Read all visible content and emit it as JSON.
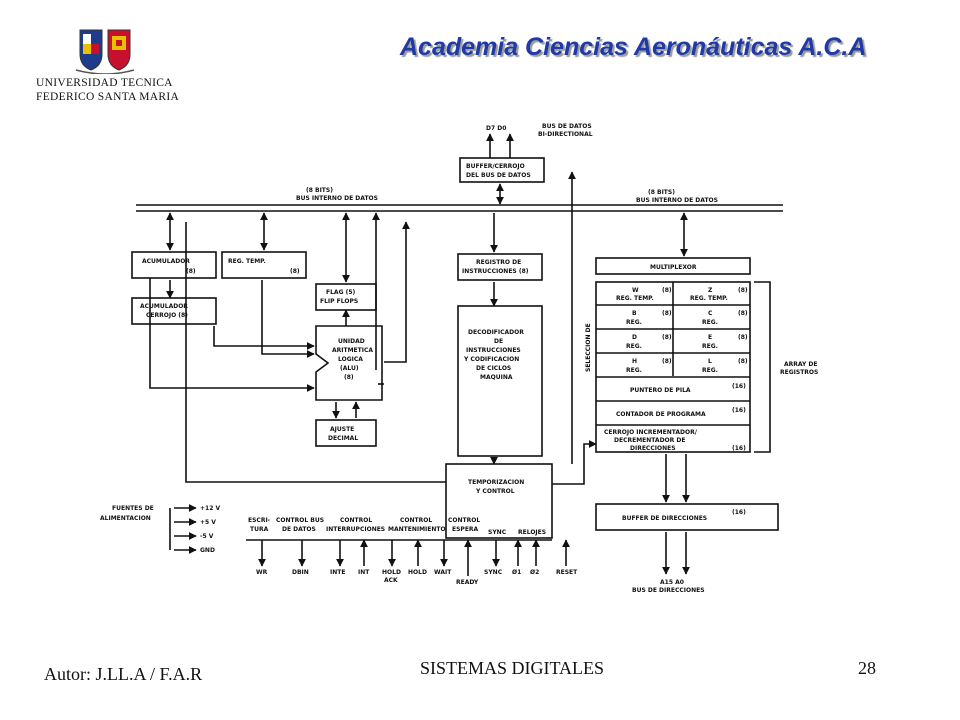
{
  "header": {
    "title": "Academia  Ciencias Aeronáuticas A.C.A",
    "institution_line1": "UNIVERSIDAD TECNICA",
    "institution_line2": "FEDERICO SANTA MARIA"
  },
  "footer": {
    "author": "Autor: J.LL.A / F.A.R",
    "course": "SISTEMAS DIGITALES",
    "page_number": "28"
  },
  "diagram": {
    "top_pins": "D7   D0",
    "data_bus_label": "BUS DE DATOS",
    "data_bus_label2": "BI-DIRECTIONAL",
    "buffer_l1": "BUFFER/CERROJO",
    "buffer_l2": "DEL BUS DE DATOS",
    "internal_bus_left_l1": "(8 BITS)",
    "internal_bus_left_l2": "BUS INTERNO DE DATOS",
    "internal_bus_right_l1": "(8 BITS)",
    "internal_bus_right_l2": "BUS INTERNO DE DATOS",
    "acumulador": "ACUMULADOR",
    "acumulador_bits": "(8)",
    "reg_temp": "REG. TEMP.",
    "reg_temp_bits": "(8)",
    "flag_l1": "FLAG (5)",
    "flag_l2": "FLIP FLOPS",
    "acum_cerrojo_l1": "ACUMULADOR",
    "acum_cerrojo_l2": "CERROJO (8)",
    "alu_l1": "UNIDAD",
    "alu_l2": "ARITMETICA",
    "alu_l3": "LOGICA",
    "alu_l4": "(ALU)",
    "alu_l5": "(8)",
    "ajuste_l1": "AJUSTE",
    "ajuste_l2": "DECIMAL",
    "reg_instr_l1": "REGISTRO DE",
    "reg_instr_l2": "INSTRUCCIONES (8)",
    "decod_l1": "DECODIFICADOR",
    "decod_l2": "DE",
    "decod_l3": "INSTRUCCIONES",
    "decod_l4": "Y CODIFICACION",
    "decod_l5": "DE CICLOS",
    "decod_l6": "MAQUINA",
    "multiplexor": "MULTIPLEXOR",
    "seleccion": "SELECCION DE",
    "reg_w_l1": "W",
    "reg_w_l2": "REG. TEMP.",
    "reg_z_l1": "Z",
    "reg_z_l2": "REG. TEMP.",
    "reg_b_l1": "B",
    "reg_b_l2": "REG.",
    "reg_c_l1": "C",
    "reg_c_l2": "REG.",
    "reg_d_l1": "D",
    "reg_d_l2": "REG.",
    "reg_e_l1": "E",
    "reg_e_l2": "REG.",
    "reg_h_l1": "H",
    "reg_h_l2": "REG.",
    "reg_l_l1": "L",
    "reg_l_l2": "REG.",
    "bits8": "(8)",
    "bits16": "(16)",
    "puntero": "PUNTERO DE PILA",
    "contador": "CONTADOR DE PROGRAMA",
    "cerrojo_inc_l1": "CERROJO INCREMENTADOR/",
    "cerrojo_inc_l2": "DECREMENTADOR DE",
    "cerrojo_inc_l3": "DIRECCIONES",
    "array_l1": "ARRAY DE",
    "array_l2": "REGISTROS",
    "temporizacion_l1": "TEMPORIZACION",
    "temporizacion_l2": "Y CONTROL",
    "buffer_dir": "BUFFER DE DIRECCIONES",
    "addr_pins": "A15  A0",
    "addr_bus": "BUS DE DIRECCIONES",
    "fuentes_l1": "FUENTES DE",
    "fuentes_l2": "ALIMENTACION",
    "v_p12": "+12 V",
    "v_p5": "+5 V",
    "v_m5": "-5 V",
    "gnd": "GND",
    "escritura_l1": "ESCRI-",
    "escritura_l2": "TURA",
    "ctrl_bus_l1": "CONTROL BUS",
    "ctrl_bus_l2": "DE DATOS",
    "ctrl_int_l1": "CONTROL",
    "ctrl_int_l2": "INTERRUPCIONES",
    "ctrl_mant_l1": "CONTROL",
    "ctrl_mant_l2": "MANTENIMIENTO",
    "ctrl_esp_l1": "CONTROL",
    "ctrl_esp_l2": "ESPERA",
    "sync_lbl": "SYNC",
    "relojes": "RELOJES",
    "sig_wr": "WR",
    "sig_dbin": "DBIN",
    "sig_inte": "INTE",
    "sig_int": "INT",
    "sig_hold_ack_l1": "HOLD",
    "sig_hold_ack_l2": "ACK",
    "sig_hold": "HOLD",
    "sig_wait": "WAIT",
    "sig_ready": "READY",
    "sig_sync": "SYNC",
    "sig_phi1": "Ø1",
    "sig_phi2": "Ø2",
    "sig_reset": "RESET"
  }
}
